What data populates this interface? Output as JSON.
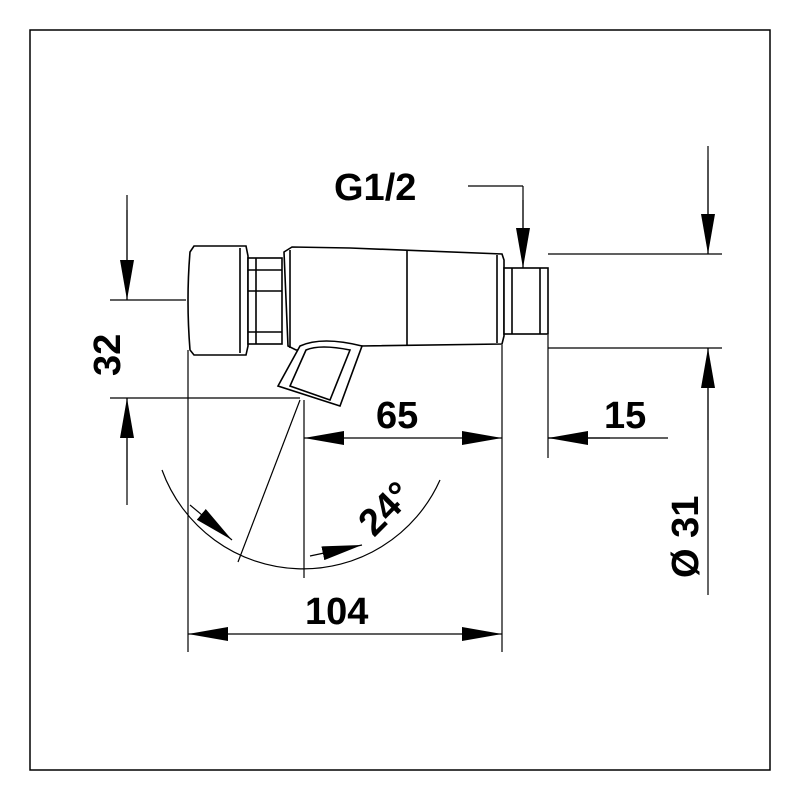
{
  "thread_label": "G1/2",
  "dimensions": {
    "height_32": "32",
    "length_65": "65",
    "thread_length_15": "15",
    "diameter_31": "Ø 31",
    "angle_24": "24°",
    "total_104": "104"
  },
  "colors": {
    "line": "#000000",
    "background": "#ffffff"
  }
}
